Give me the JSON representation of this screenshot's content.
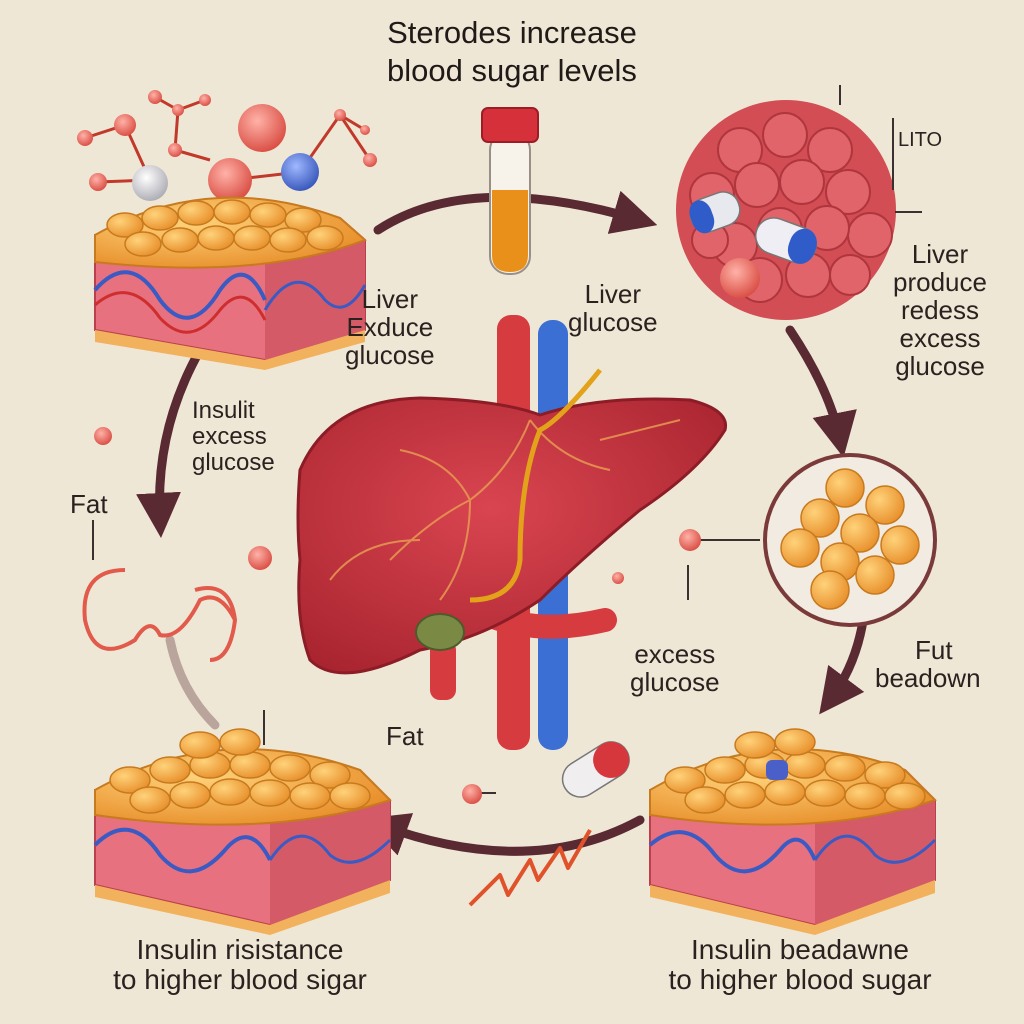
{
  "title": {
    "line1": "Sterodes increase",
    "line2": "blood sugar levels"
  },
  "labels": {
    "top_right_tag": "LITO",
    "center_left": [
      "Liver",
      "Exduce",
      "glucose"
    ],
    "center_right": [
      "Liver",
      "glucose"
    ],
    "right_mid": [
      "Liver",
      "produce",
      "redess",
      "excess",
      "glucose"
    ],
    "left_mid": [
      "Insulit",
      "excess",
      "glucose"
    ],
    "left_fat": "Fat",
    "bottom_center_fat": "Fat",
    "right_lower": [
      "excess",
      "glucose"
    ],
    "fat_breakdown": [
      "Fut",
      "beadown"
    ]
  },
  "captions": {
    "bottom_left": [
      "Insulin risistance",
      "to higher blood sigar"
    ],
    "bottom_right": [
      "Insulin beadawne",
      "to higher blood sugar"
    ]
  },
  "colors": {
    "background": "#efe7d6",
    "liver": "#c8333d",
    "artery": "#d63b3f",
    "vein": "#3b6fd4",
    "fat": "#f0a53a",
    "tissue_pink": "#ec7f8c",
    "arrow": "#5a2a33"
  }
}
